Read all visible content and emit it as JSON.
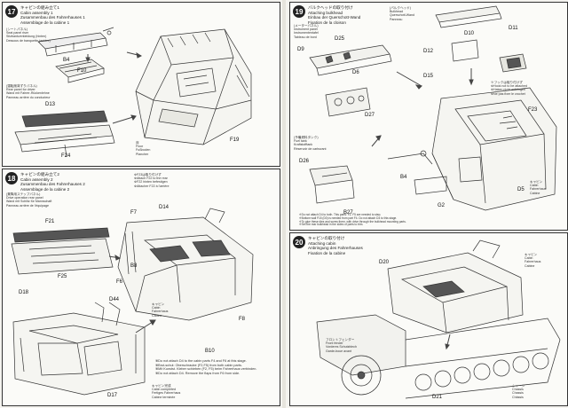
{
  "steps": {
    "s17": {
      "number": "17",
      "title": [
        "キャビンの組み立て1",
        "Cabin assembly 1",
        "Zusammenbau des Fahrerhauses 1",
        "Assemblage de la cabine 1"
      ],
      "sub_title": [
        "(シートパネル)",
        "Seat panel riser",
        "Sitzbankverkleidung (hinten)",
        "Dessous de banquette (arrière)"
      ],
      "sub_title2": [
        "(運転席背ずりパネル)",
        "Rear panel for driver",
        "Wand mit Fahrer-Rückenlehne",
        "Panneau arrière du conducteur"
      ],
      "parts": {
        "b4": "B4",
        "f10": "F10",
        "d13": "D13",
        "f24": "F24",
        "f19": "F19"
      },
      "floor_note": [
        "床",
        "Floor",
        "Fußboden",
        "Plancher"
      ]
    },
    "s18": {
      "number": "18",
      "title": [
        "キャビンの組み立て2",
        "Cabin assembly 2",
        "Zusammenbau des Fahrerhauses 2",
        "Assemblage de la cabine 2"
      ],
      "sub_title": [
        "(乗降用ステップパネル)",
        "Drive operation rear panel",
        "Wand mit Schlitz für Mannschaft",
        "Panneau arrière de l'équipage"
      ],
      "parts": {
        "f21": "F21",
        "f25": "F25",
        "f6": "F6",
        "f7": "F7",
        "d14": "D14",
        "d18": "D18",
        "d17": "D17",
        "b8": "B8",
        "f8": "F8",
        "b10": "B10",
        "d44": "D44"
      },
      "warn_note": [
        "※F23は取り付けず",
        "※Attach F22 to the rear",
        "※F22 hinten befestigen",
        "※Attacher F22 à l'arrière"
      ],
      "cabin_note": [
        "キャビン",
        "Cabin",
        "Fahrerhaus",
        "Cabine"
      ],
      "notes": [
        "※Do not attach D4 to the cabin parts F4 and F6 at this stage.",
        "※Brut-schut: Oberschraube (F2,F5) from both cabin parts.",
        "※Mit Kunstst. Kleber schieben (F2, F5) beim Fahrerhaus verbinden.",
        "※Do not attach D4. Remove the flaps from F6 from side."
      ],
      "cabin_done": [
        "キャビン完成",
        "Cabin completed",
        "Fertiges Fahrerhaus",
        "Cabine terminée"
      ]
    },
    "s19": {
      "number": "19",
      "title": [
        "バルクヘッドの取り付け",
        "Attaching bulkhead",
        "Einbau der Querschott-Wand",
        "Fixation de la cloison"
      ],
      "sub_title": [
        "(メーターパネル)",
        "Instrument panel",
        "Instrumententafel",
        "Tableau de bord"
      ],
      "sub_title_right": [
        "(バルクヘッド)",
        "Bulkhead",
        "Querschott-Wand",
        "Panneau"
      ],
      "fuel_title": [
        "(予備燃料タンク)",
        "Fuel tank",
        "Kraftstofftank",
        "Réservoir de carburant"
      ],
      "parts": {
        "d9": "D9",
        "d25": "D25",
        "d6": "D6",
        "d10": "D10",
        "d11": "D11",
        "d12": "D12",
        "d15": "D15",
        "f23": "F23",
        "b4": "B4",
        "d26": "D26",
        "b27": "B27",
        "g2": "G2",
        "d5": "D5",
        "d27": "D27"
      },
      "right_notes": [
        "※フックは取り付けず",
        "※Hook not to be attached",
        "※Haken nicht anbringen",
        "※Ne pas fixer le crochet"
      ],
      "cabin_note": [
        "キャビン",
        "Cabin",
        "Fahrerhaus",
        "Cabine"
      ],
      "bottom_notes": [
        "※Do not attach D4 to both. This parts: F2, F5 are needed to step.",
        "※Bottom wall F15 (D0) is needed from part F4. Do not attach D4 to this stage.",
        "※To glue these dies and screw them, with drive through the bulkhead mounting parts.",
        "※Set the rear bulkhead in the sides of parts to trim."
      ]
    },
    "s20": {
      "number": "20",
      "title": [
        "キャビンの取り付け",
        "Attaching cabin",
        "Anbringung des Fahrerhauses",
        "Fixation de la cabine"
      ],
      "parts": {
        "d20": "D20",
        "d21": "D21"
      },
      "cabin_note": [
        "キャビン",
        "Cabin",
        "Fahrerhaus",
        "Cabine"
      ],
      "fender_note": [
        "フロントフェンダー",
        "Front fender",
        "Vorderes Schutzblech",
        "Garde-boue avant"
      ],
      "chassis_note": [
        "シャーシ",
        "Chassis",
        "Chassis",
        "Châssis"
      ]
    }
  }
}
